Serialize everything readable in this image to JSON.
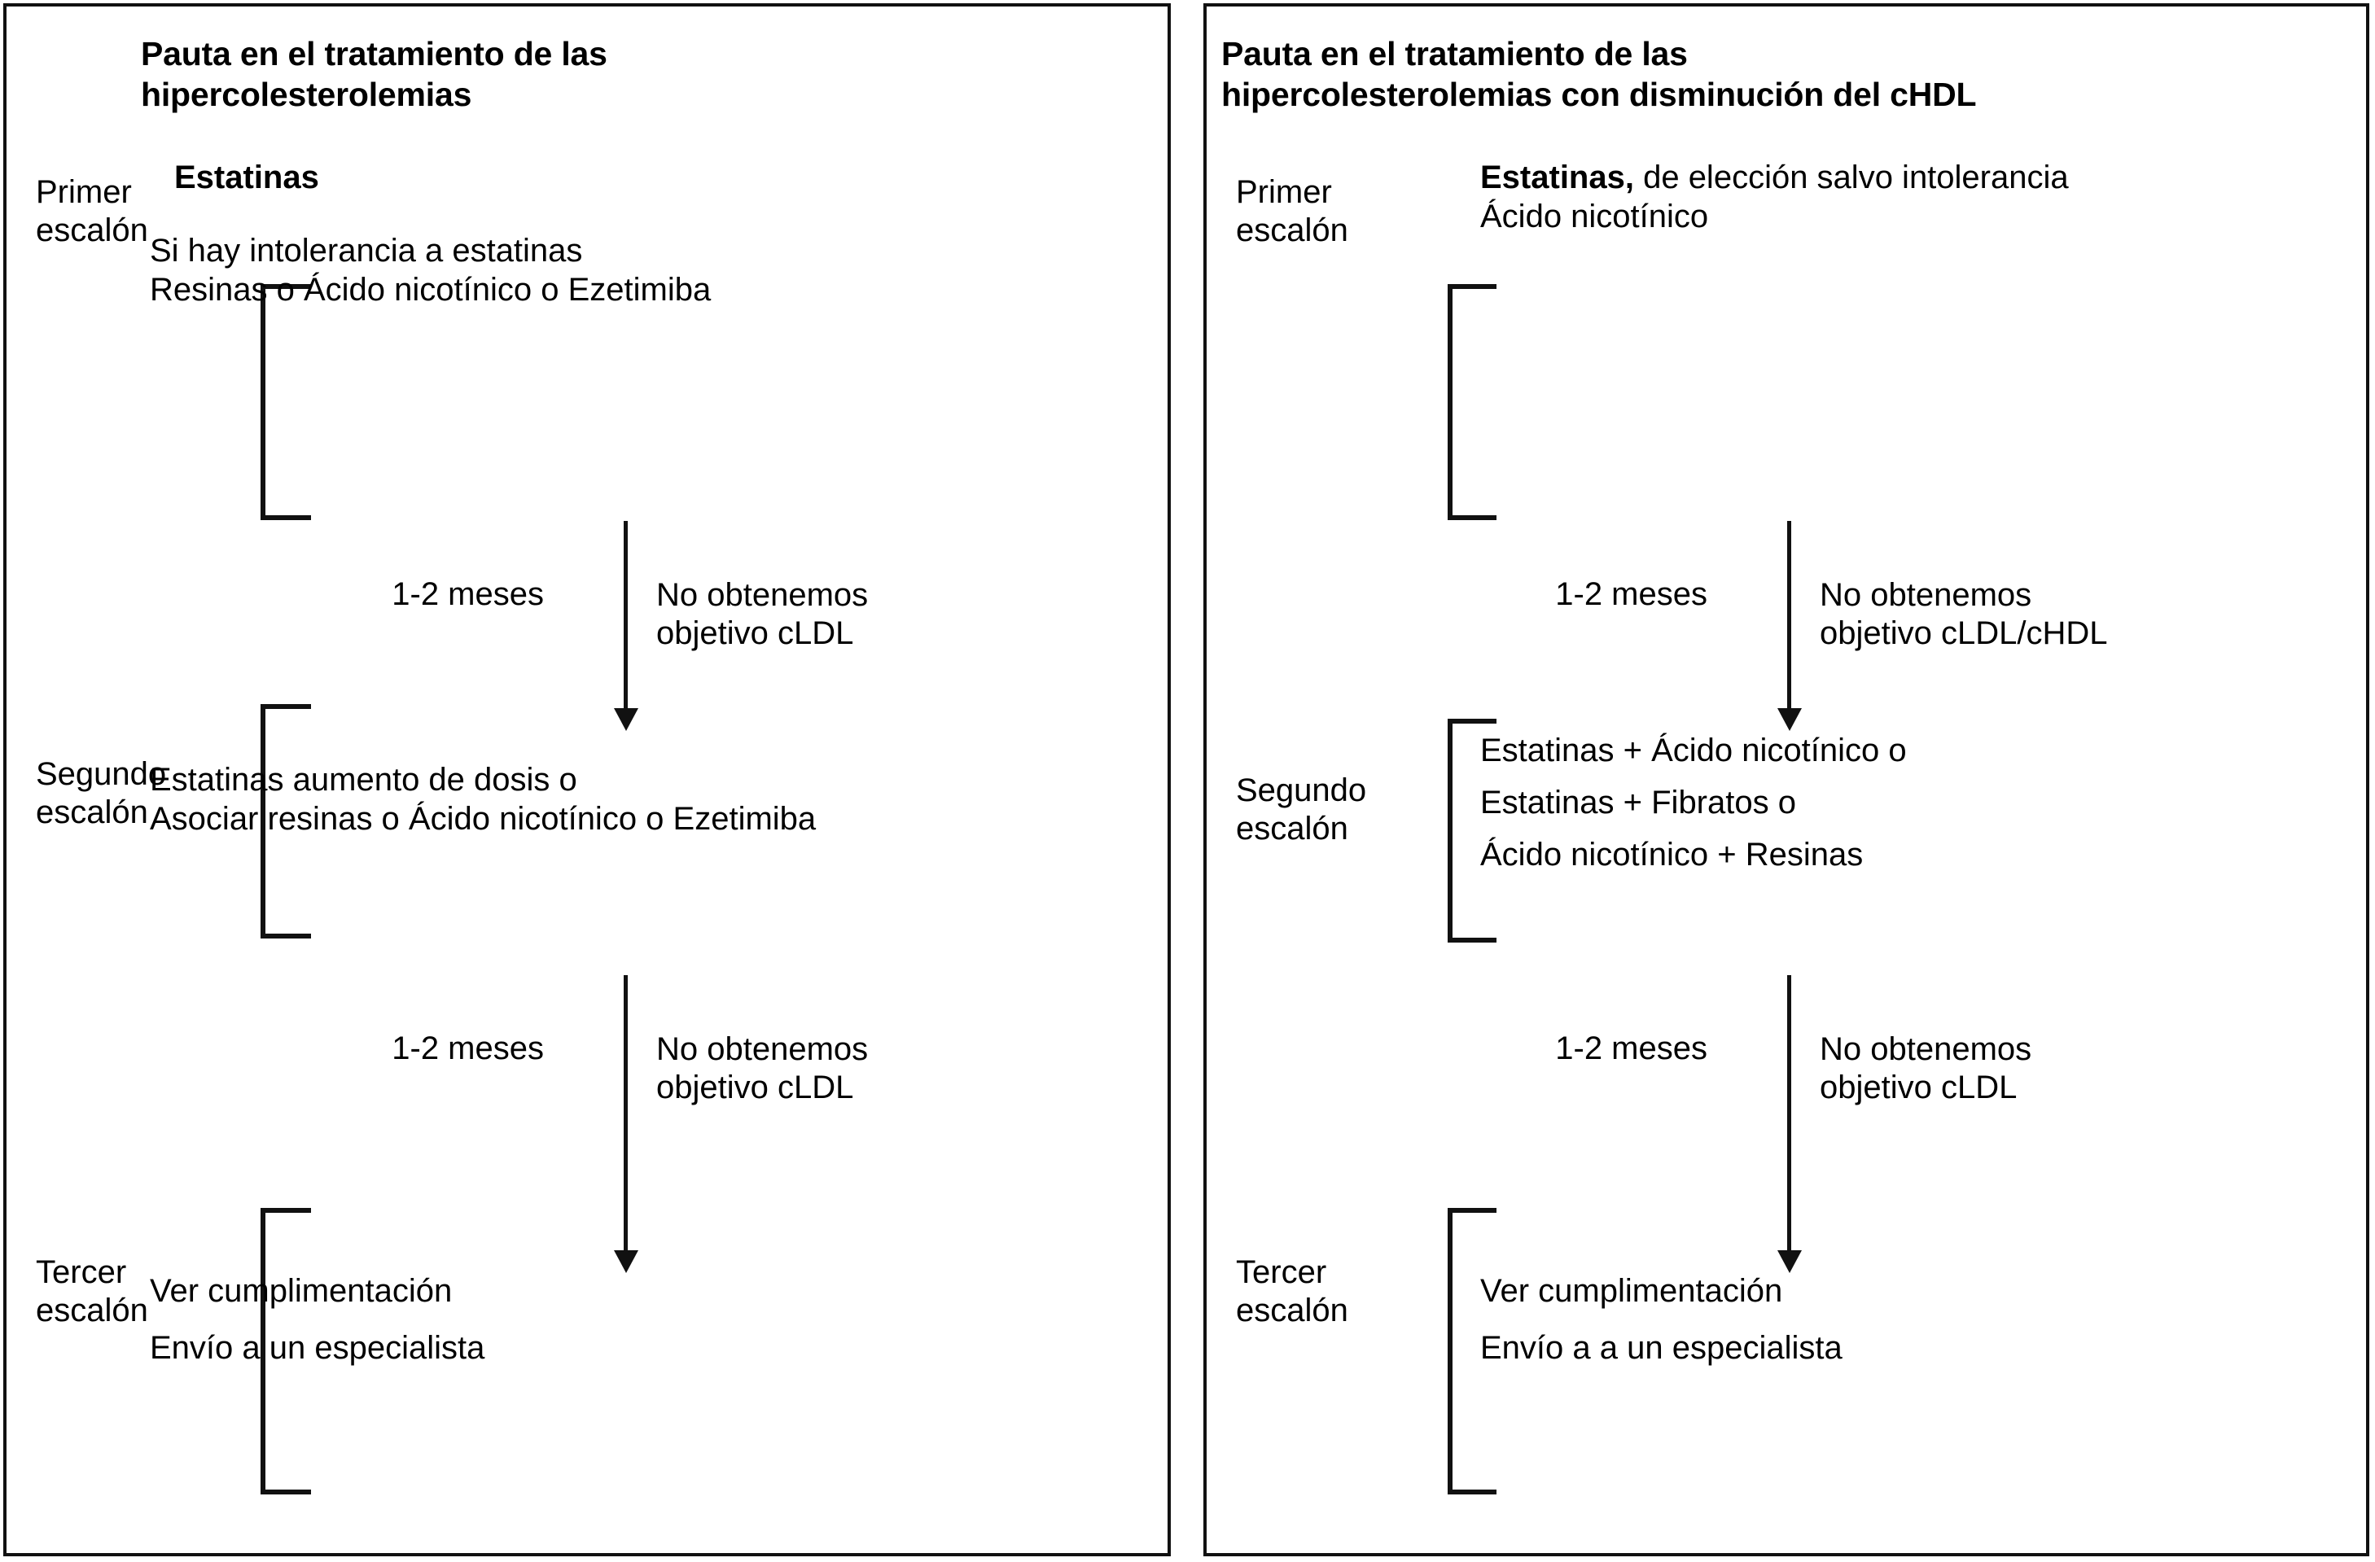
{
  "diagram": {
    "panels": [
      {
        "id": "hipercolesterolemias",
        "title": "Pauta en el tratamiento de las\nhipercolesterolemias",
        "stages": [
          {
            "label": "Primer\nescalón",
            "lines": [
              {
                "bold": "Estatinas",
                "rest": ""
              },
              {
                "bold": "",
                "rest": "Si hay intolerancia a estatinas"
              },
              {
                "bold": "",
                "rest": "Resinas o Ácido nicotínico o Ezetimiba"
              }
            ]
          },
          {
            "label": "Segundo\nescalón",
            "lines": [
              {
                "bold": "",
                "rest": "Estatinas aumento de dosis o"
              },
              {
                "bold": "",
                "rest": "Asociar resinas o Ácido nicotínico o Ezetimiba"
              }
            ]
          },
          {
            "label": "Tercer\nescalón",
            "lines": [
              {
                "bold": "",
                "rest": "Ver cumplimentación"
              },
              {
                "bold": "",
                "rest": "Envío a un especialista"
              }
            ]
          }
        ],
        "arrows": [
          {
            "duration": "1-2 meses",
            "reason": "No obtenemos\nobjetivo cLDL"
          },
          {
            "duration": "1-2 meses",
            "reason": "No obtenemos\nobjetivo cLDL"
          }
        ]
      },
      {
        "id": "hipercolesterolemias-chdl",
        "title": "Pauta en el tratamiento de las\nhipercolesterolemias con disminución del cHDL",
        "stages": [
          {
            "label": "Primer\nescalón",
            "lines": [
              {
                "bold": "Estatinas,",
                "rest": " de elección salvo intolerancia"
              },
              {
                "bold": "",
                "rest": "Ácido nicotínico"
              }
            ]
          },
          {
            "label": "Segundo\nescalón",
            "lines": [
              {
                "bold": "",
                "rest": "Estatinas + Ácido nicotínico o"
              },
              {
                "bold": "",
                "rest": "Estatinas + Fibratos o"
              },
              {
                "bold": "",
                "rest": "Ácido nicotínico + Resinas"
              }
            ]
          },
          {
            "label": "Tercer\nescalón",
            "lines": [
              {
                "bold": "",
                "rest": "Ver cumplimentación"
              },
              {
                "bold": "",
                "rest": "Envío a a un especialista"
              }
            ]
          }
        ],
        "arrows": [
          {
            "duration": "1-2 meses",
            "reason": "No obtenemos\nobjetivo cLDL/cHDL"
          },
          {
            "duration": "1-2 meses",
            "reason": "No obtenemos\nobjetivo cLDL"
          }
        ]
      }
    ],
    "colors": {
      "ink": "#111111",
      "background": "#ffffff"
    }
  }
}
